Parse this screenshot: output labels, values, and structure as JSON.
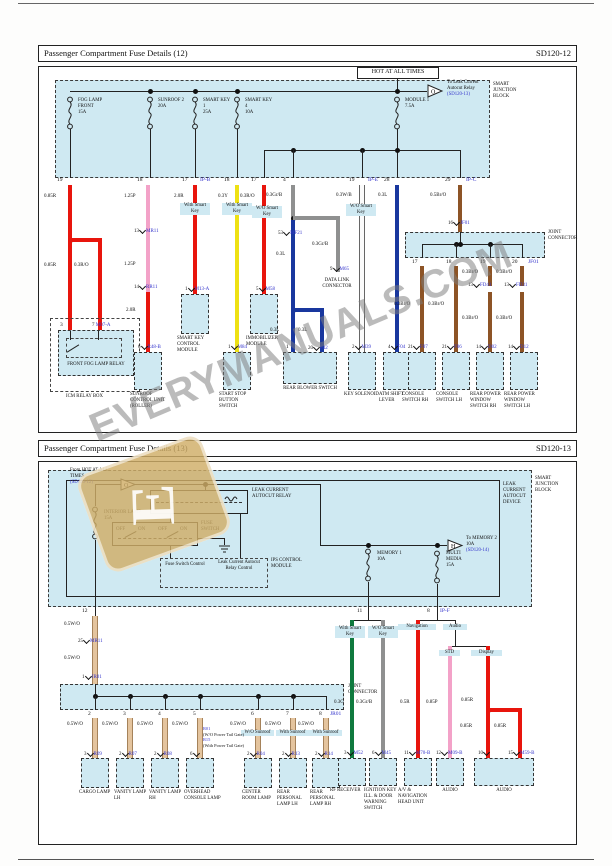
{
  "watermark": {
    "text": "EVERYMANUALS.COM",
    "logo_letter": "E"
  },
  "colors": {
    "red": "#e8150d",
    "pink": "#f3a2c8",
    "yellow": "#eee114",
    "blue": "#19379e",
    "gray": "#8f9090",
    "white_wire": "#fbfbfb",
    "brown": "#8d5426",
    "tan": "#e4c49e",
    "green": "#0f7a3e",
    "panel_blue": "#cfe9f2",
    "code_blue": "#3434cc"
  },
  "shared": {
    "with_smart": "With Smart Key",
    "wo_smart": "W/O Smart Key"
  },
  "p1": {
    "title": "Passenger Compartment Fuse Details (12)",
    "code": "SD120-12",
    "hot": "HOT AT ALL TIMES",
    "sjb": "SMART JUNCTION BLOCK",
    "tri": {
      "letter": "O",
      "text": "To Leak Current Autocut Relay",
      "ref": "(SD120-13)"
    },
    "fuses": [
      {
        "name": "FOG LAMP FRONT",
        "amp": "15A"
      },
      {
        "name": "SUNROOF 2",
        "amp": "20A"
      },
      {
        "name": "SMART KEY 1",
        "amp": "25A"
      },
      {
        "name": "SMART KEY 4",
        "amp": "10A"
      },
      {
        "name": "MODULE 1",
        "amp": "7.5A"
      }
    ],
    "pins": {
      "p19a": "19",
      "p18a": "18",
      "p17a": "17",
      "c17a": "IP-B",
      "p18b": "18",
      "p17b": "17",
      "p4": "4",
      "p19b": "19",
      "c19b": "IP-E",
      "p28": "28",
      "p29": "29",
      "c29": "IP-C"
    },
    "g": {
      "r085": "0.85R",
      "p125": "1.25P",
      "r20": "2.0R",
      "y03": "0.3Y",
      "ro03": "0.3R/O",
      "grb03": "0.3Gr/B",
      "l03": "0.3L",
      "wb03": "0.3W/B",
      "bro05": "0.5Br/O",
      "bro03": "0.3Br/O"
    },
    "conn": {
      "mr11": {
        "n": "13",
        "c": "MR11"
      },
      "rr11": {
        "n": "14",
        "c": "RR11"
      },
      "mf21": {
        "n": "53",
        "c": "MF21"
      },
      "m65": {
        "n": "9",
        "c": "M65"
      },
      "jf01": {
        "n": "16",
        "c": "JF01"
      },
      "fd41": {
        "n": "13",
        "c": "FD41"
      },
      "fd31": {
        "n": "13",
        "c": "FD31"
      },
      "r48": {
        "n": "6",
        "c": "R48-B"
      },
      "m13a": {
        "n": "1",
        "c": "M13-A"
      },
      "m84": {
        "n": "1",
        "c": "M84"
      },
      "m58": {
        "n": "5",
        "c": "M58"
      },
      "f42l": {
        "n": "1"
      },
      "f42r": {
        "n": "20",
        "c": "F42"
      },
      "m39": {
        "n": "2",
        "c": "M39"
      },
      "f04": {
        "n": "4",
        "c": "F04"
      },
      "f07": {
        "n": "21",
        "c": "F07"
      },
      "f06": {
        "n": "21",
        "c": "F06"
      },
      "d02": {
        "n": "14",
        "c": "D02"
      },
      "d12": {
        "n": "14",
        "c": "D12"
      },
      "rly3": {
        "n": "3"
      },
      "rly7": {
        "n": "7",
        "c": "M07-A"
      }
    },
    "jc": {
      "label": "JOINT CONNECTOR",
      "p17": "17",
      "p18": "18",
      "p19": "19",
      "p20": "20",
      "code": "JF01"
    },
    "comp": {
      "relay": "FRONT FOG LAMP RELAY",
      "icm": "ICM RELAY BOX",
      "sunroof": "SUNROOF CONTROL UNIT (ROLLER)",
      "skcm": "SMART KEY CONTROL MODULE",
      "ssb": "START STOP BUTTON SWITCH",
      "immo": "IMMOBILIZER MODULE",
      "dlc": "DATA LINK CONNECTOR",
      "rbs": "REAR BLOWER SWITCH",
      "ks": "KEY SOLENOID",
      "atm": "ATM SHIFT LEVER",
      "csrh": "CONSOLE SWITCH RH",
      "cslh": "CONSOLE SWITCH LH",
      "rpwrh": "REAR POWER WINDOW SWITCH RH",
      "rpwlh": "REAR POWER WINDOW SWITCH LH"
    }
  },
  "p2": {
    "title": "Passenger Compartment Fuse Details (13)",
    "code": "SD120-13",
    "sjb": "SMART JUNCTION BLOCK",
    "lcad": "LEAK CURRENT AUTOCUT DEVICE",
    "lcar": "LEAK CURRENT AUTOCUT RELAY",
    "fsw": "FUSE SWITCH",
    "off": "OFF",
    "on": "ON",
    "ips": "IPS CONTROL MODULE",
    "fsc": "Fuse Switch Control",
    "lcarc": "Leak Current Autocut Relay Control",
    "tri_from": {
      "letter": "O",
      "text": "From HOT AT ALL TIMES",
      "ref": "(SD120-12)"
    },
    "tri_mem": {
      "letter": "H",
      "text": "To MEMORY 2 10A",
      "ref": "(SD120-14)"
    },
    "fuses": {
      "interior": {
        "name": "INTERIOR LAMP",
        "amp": "15A"
      },
      "memory": {
        "name": "MEMORY 1",
        "amp": "10A"
      },
      "multi": {
        "name": "MULTI MEDIA",
        "amp": "15A"
      }
    },
    "pins": {
      "p12": "12",
      "p11": "11",
      "p8": "8",
      "c8": "IP-F"
    },
    "g": {
      "wo05": "0.5W/O",
      "g03": "0.3G",
      "grb03": "0.3Gr/B",
      "r05": "0.5R",
      "p085": "0.85P",
      "r085": "0.85R"
    },
    "notes": {
      "nav": "Navigation",
      "audio": "Audio",
      "std": "STD",
      "disp": "Display",
      "wo_sun": "W/O Sunroof",
      "with_sun": "With Sunroof",
      "r01": "R01",
      "r01t": "(W/O Power Tail Gate)",
      "r15": "R15",
      "r15t": "(With Power Tail Gate)"
    },
    "conn": {
      "mr11": {
        "n": "25",
        "c": "MR11"
      },
      "jr01": {
        "n": "1",
        "c": "JR01"
      },
      "r09": {
        "n": "3",
        "c": "R09"
      },
      "r07": {
        "n": "2",
        "c": "R07"
      },
      "r08": {
        "n": "2",
        "c": "R08"
      },
      "rovh": {
        "n": "6"
      },
      "r04": {
        "n": "2",
        "c": "R04"
      },
      "r13": {
        "n": "2",
        "c": "R13"
      },
      "r14": {
        "n": "2",
        "c": "R14"
      },
      "m52": {
        "n": "3",
        "c": "M52"
      },
      "m45": {
        "n": "6",
        "c": "M45"
      },
      "m70b": {
        "n": "11",
        "c": "M70-B"
      },
      "m09b": {
        "n": "12",
        "c": "M09-B"
      },
      "m59a": {
        "n": "10"
      },
      "m59b": {
        "n": "15",
        "c": "M59-B"
      }
    },
    "jc": {
      "label": "JOINT CONNECTOR",
      "p2": "2",
      "p3": "3",
      "p4": "4",
      "p5": "5",
      "p6": "6",
      "p7": "7",
      "p8": "8",
      "code": "JR01"
    },
    "lamps": [
      "CARGO LAMP",
      "VANITY LAMP LH",
      "VANITY LAMP RH",
      "OVERHEAD CONSOLE LAMP",
      "CENTER ROOM LAMP",
      "REAR PERSONAL LAMP LH",
      "REAR PERSONAL LAMP RH"
    ],
    "comp": {
      "rf": "RF RECEIVER",
      "ign": "IGNITION KEY ILL. & DOOR WARNING SWITCH",
      "avn": "A/V & NAVIGATION HEAD UNIT",
      "audio1": "AUDIO",
      "audio2": "AUDIO"
    }
  }
}
